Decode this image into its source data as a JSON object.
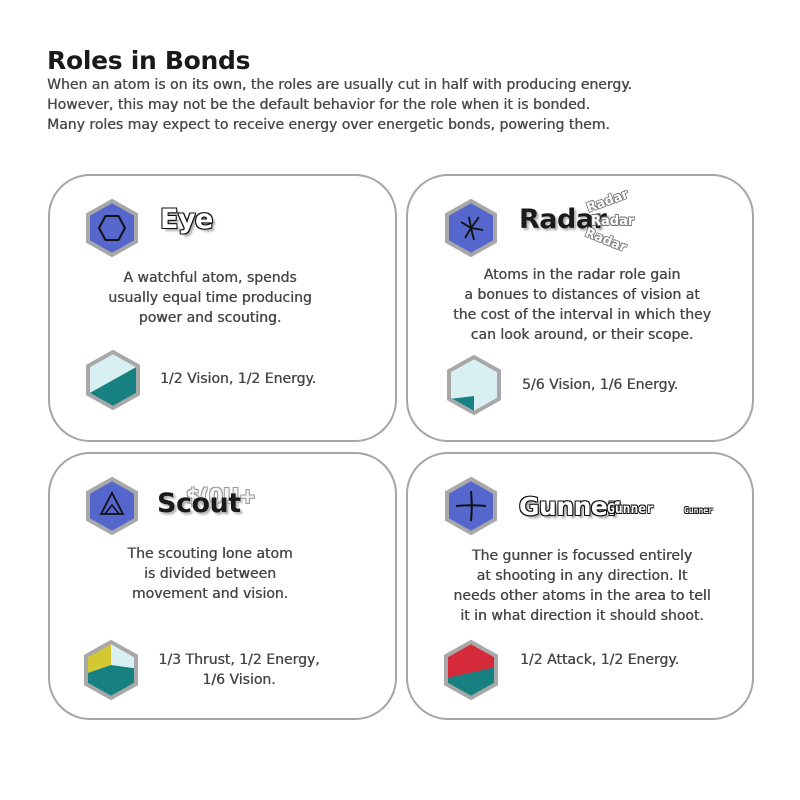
{
  "header": {
    "title": "Roles in Bonds",
    "intro_lines": [
      "When an atom is on its own, the roles are usually cut in half with producing energy.",
      "However, this may not be the default behavior for the role when it is bonded.",
      "Many roles may expect to receive energy over energetic bonds, powering them."
    ]
  },
  "colors": {
    "role_icon_fill": "#5566cc",
    "role_icon_border": "#a8a8a8",
    "card_border": "#a6a6a6",
    "energy_teal": "#178080",
    "vision_light": "#d9f0f2",
    "thrust_yellow": "#d4c832",
    "attack_red": "#d42a3a"
  },
  "roles": [
    {
      "name": "Eye",
      "icon": "eye-hexagon-icon",
      "desc_lines": [
        "A watchful atom, spends",
        "usually equal time producing",
        "power and scouting."
      ],
      "ratio_lines": [
        "1/2 Vision, 1/2 Energy."
      ]
    },
    {
      "name": "Radar",
      "icon": "radar-star-icon",
      "echo": [
        "Radar",
        "Radar",
        "Radar"
      ],
      "desc_lines": [
        "Atoms in the radar role gain",
        "a bonues to distances of vision at",
        "the cost of the interval in which they",
        "can look around, or their scope."
      ],
      "ratio_lines": [
        "5/6 Vision, 1/6 Energy."
      ]
    },
    {
      "name": "Scout",
      "icon": "mountain-triangle-icon",
      "echo": "$(0U+",
      "desc_lines": [
        "The scouting lone atom",
        "is divided between",
        "movement and vision."
      ],
      "ratio_lines": [
        "1/3 Thrust, 1/2 Energy,",
        "1/6 Vision."
      ]
    },
    {
      "name": "Gunner",
      "icon": "crosshair-icon",
      "echo": [
        "Gunner",
        "Gunner"
      ],
      "desc_lines": [
        "The gunner is focussed entirely",
        "at shooting in any direction. It",
        "needs other atoms in the area to tell",
        "it in what direction it should shoot."
      ],
      "ratio_lines": [
        "1/2 Attack, 1/2 Energy."
      ]
    }
  ]
}
